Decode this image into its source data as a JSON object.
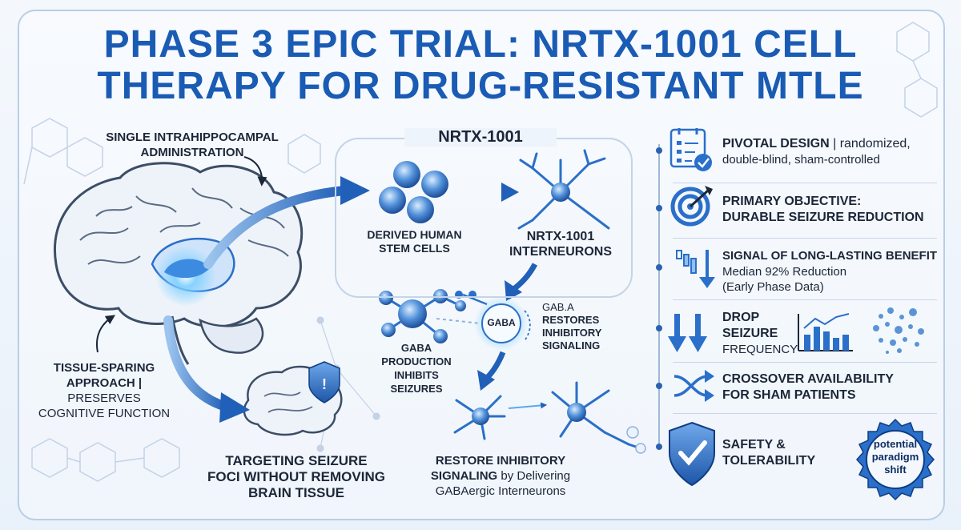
{
  "title": {
    "line1": "PHASE 3 EPIC TRIAL: NRTX-1001 CELL",
    "line2": "THERAPY FOR DRUG-RESISTANT MTLE"
  },
  "left": {
    "admin_line1": "SINGLE INTRAHIPPOCAMPAL",
    "admin_line2": "ADMINISTRATION",
    "tissue_line1": "TISSUE-SPARING",
    "tissue_line2": "APPROACH |",
    "tissue_line3": "PRESERVES",
    "tissue_line4": "COGNITIVE FUNCTION",
    "target_line1": "TARGETING SEIZURE",
    "target_line2": "FOCI WITHOUT REMOVING",
    "target_line3": "BRAIN TISSUE"
  },
  "center": {
    "title": "NRTX-1001",
    "stem_line1": "DERIVED HUMAN",
    "stem_line2": "STEM CELLS",
    "inter_line1": "NRTX-1001",
    "inter_line2": "INTERNEURONS",
    "gaba_bubble": "GABA",
    "gaba_prod_line1": "GABA",
    "gaba_prod_line2": "PRODUCTION",
    "gaba_prod_line3": "INHIBITS",
    "gaba_prod_line4": "SEIZURES",
    "gaba_a_line1": "GAB.A",
    "gaba_a_line2": "RESTORES",
    "gaba_a_line3": "INHIBITORY",
    "gaba_a_line4": "SIGNALING",
    "restore_bold_line1": "RESTORE  INHIBITORY",
    "restore_bold_line2": "SIGNALING",
    "restore_normal_line2": " by Delivering",
    "restore_line3": "GABAergic Interneurons"
  },
  "right": {
    "items": [
      {
        "head": "PIVOTAL DESIGN",
        "head_suffix": " | randomized,",
        "body": "double-blind, sham-controlled",
        "icon": "checklist-icon"
      },
      {
        "head": "PRIMARY OBJECTIVE:",
        "head2": "DURABLE SEIZURE REDUCTION",
        "icon": "target-icon"
      },
      {
        "head": "SIGNAL OF LONG-LASTING BENEFIT",
        "body": "Median 92% Reduction",
        "body2": "(Early Phase Data)",
        "icon": "declining-bars-icon"
      },
      {
        "head": "DROP",
        "head2": "SEIZURE",
        "body": "FREQUENCY",
        "icon": "down-arrows-icon"
      },
      {
        "head": "CROSSOVER AVAILABILITY",
        "head2": "FOR SHAM PATIENTS",
        "icon": "shuffle-icon"
      },
      {
        "head": "SAFETY &",
        "head2": "TOLERABILITY",
        "icon": "shield-check-icon"
      }
    ],
    "badge_line1": "potential",
    "badge_line2": "paradigm",
    "badge_line3": "shift"
  },
  "colors": {
    "title_blue": "#1a5bb4",
    "accent_blue": "#2a6fc9",
    "light_blue": "#8fc0f0",
    "text_dark": "#1c2638"
  }
}
